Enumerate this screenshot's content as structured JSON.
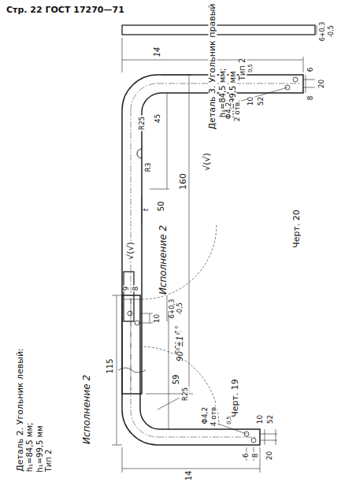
{
  "diagram": {
    "title": "Стр. 22 ГОСТ 17270—71",
    "labels": [
      "Деталь 2. Угольник левый:",
      "h₁=84,5 мм;",
      "h₁=99,5 мм",
      "Тип 2",
      "Исполнение 2",
      "√(√)",
      "6+0,3",
      "-0,5",
      "9",
      "8",
      "10",
      "115",
      "90°±1°",
      "59",
      "R25",
      "Φ4,2",
      "4 отв.",
      "0,5",
      "10",
      "52",
      "6",
      "8",
      "20",
      "14",
      "Черт. 19",
      "Деталь 3. Угольник правый",
      "h₁=84,5 мм;",
      "h₁=99,5 мм",
      "Тип 2",
      "√(√)",
      "160",
      "14",
      "6+0,3",
      "-0,5",
      "Исполнение 2",
      "R25",
      "45",
      "R3",
      "t",
      "50",
      "90°±1°",
      "Φ4,2",
      "2 отв.",
      "0,5",
      "10",
      "52",
      "6",
      "8",
      "20",
      "Черт. 20"
    ]
  }
}
